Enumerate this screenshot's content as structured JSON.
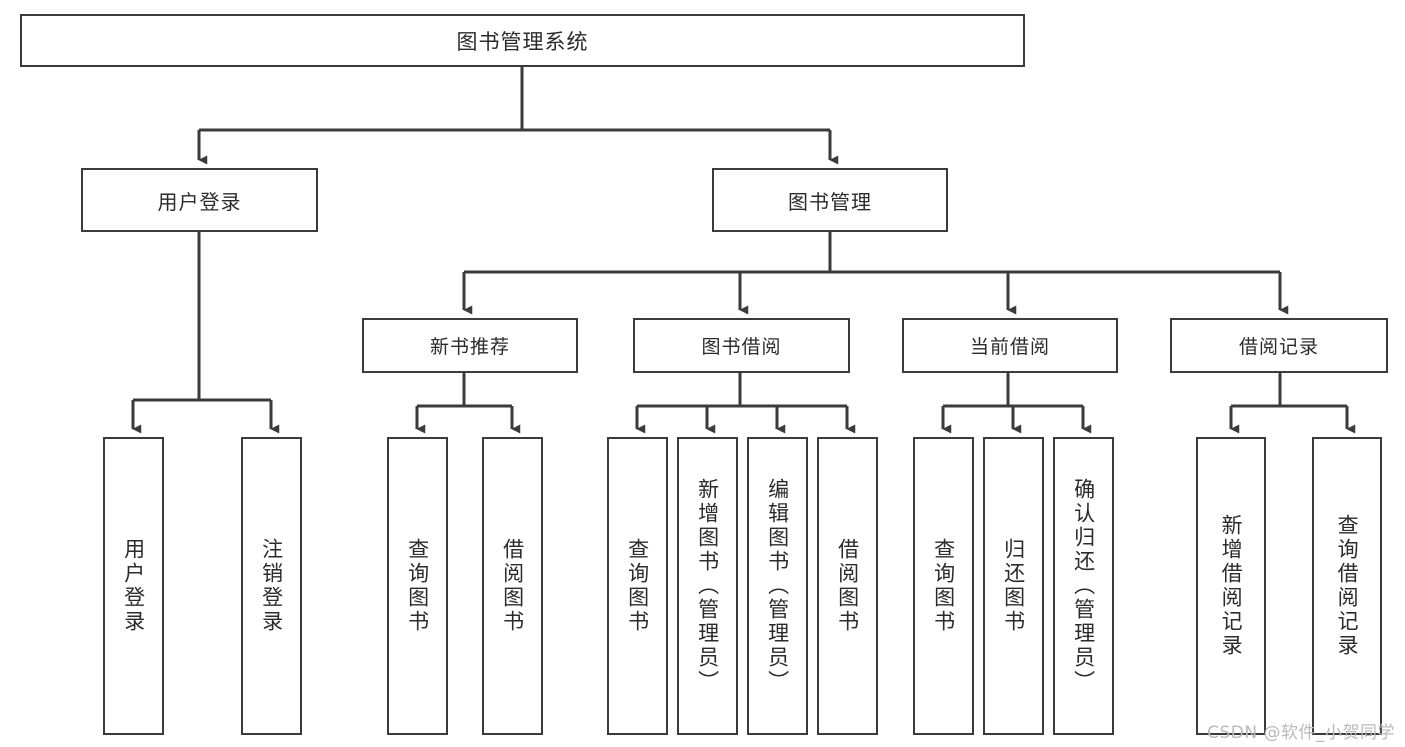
{
  "diagram": {
    "title": "图书管理系统",
    "type": "功能结构图",
    "colors": {
      "box_border": "#3b3b3b",
      "box_fill": "#ffffff",
      "connector": "#3b3b3b",
      "text": "#2b2b2b",
      "watermark": "#b9b9b9"
    },
    "root": {
      "label": "图书管理系统"
    },
    "level2": [
      {
        "label": "用户登录"
      },
      {
        "label": "图书管理"
      }
    ],
    "level3": [
      {
        "label": "新书推荐"
      },
      {
        "label": "图书借阅"
      },
      {
        "label": "当前借阅"
      },
      {
        "label": "借阅记录"
      }
    ],
    "leaves": {
      "user_login": [
        {
          "label": "用户登录"
        },
        {
          "label": "注销登录"
        }
      ],
      "new_book": [
        {
          "label": "查询图书"
        },
        {
          "label": "借阅图书"
        }
      ],
      "borrow_book": [
        {
          "label": "查询图书"
        },
        {
          "label": "新增图书（管理员）"
        },
        {
          "label": "编辑图书（管理员）"
        },
        {
          "label": "借阅图书"
        }
      ],
      "current_borrow": [
        {
          "label": "查询图书"
        },
        {
          "label": "归还图书"
        },
        {
          "label": "确认归还（管理员）"
        }
      ],
      "borrow_record": [
        {
          "label": "新增借阅记录"
        },
        {
          "label": "查询借阅记录"
        }
      ]
    }
  },
  "watermark": {
    "text": "CSDN @软件_小贺同学"
  }
}
